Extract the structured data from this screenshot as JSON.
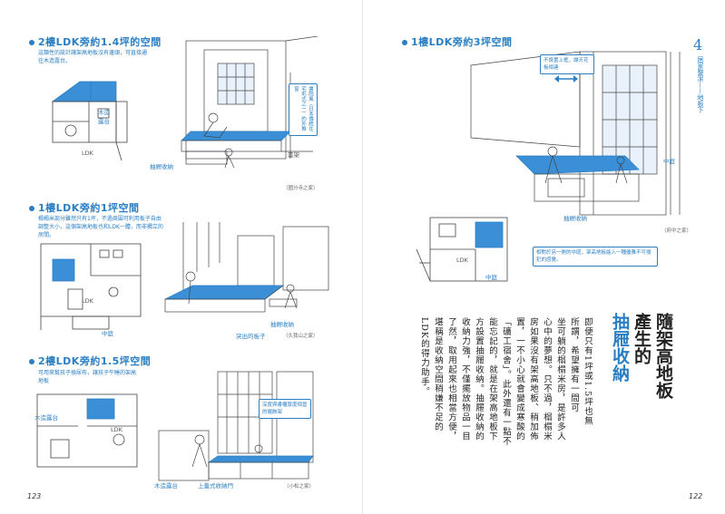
{
  "left_page": {
    "sections": [
      {
        "title": "2樓LDK旁約1.4坪的空間",
        "desc": "這類性的設計讓架高地板沒有邊頭，可直接通往木造露台。",
        "plan_labels": {
          "deck": "木造\n露台",
          "ldk": "LDK"
        },
        "callout": "書院風（日本傳統住宅形式之一）的外推窗",
        "labels": {
          "drawer": "抽屜收納",
          "cabinet": "書架"
        },
        "caption": "（國分寺之家）"
      },
      {
        "title": "1樓LDK旁約1坪空間",
        "desc": "榻榻米部分雖然只有1坪，不過周圍可利用板子自由調整大小，這個架高地板也和LDK一體，而非獨立的房間。",
        "plan_labels": {
          "ldk": "LDK",
          "courtyard": "中庭"
        },
        "labels": {
          "drawer": "抽屜收納",
          "board": "突出的板子"
        },
        "caption": "（久我山之家）"
      },
      {
        "title": "2樓LDK旁約1.5坪空間",
        "desc": "可用來幫孩子換尿布，讓孩子午睡的架高地板",
        "plan_labels": {
          "deck": "木造露台",
          "ldk": "LDK"
        },
        "callout": "深度與書櫃厚度相當的擺飾架",
        "labels": {
          "deck": "木造露台",
          "drawer": "上蓋式收納門"
        },
        "caption": "（小松之家）"
      }
    ],
    "page_number": "123"
  },
  "right_page": {
    "section": {
      "title": "1樓LDK旁約3坪空間",
      "callout_top": "不設置上框，讓天花板相連",
      "labels": {
        "court": "中庭",
        "drawer": "抽屜收納"
      },
      "caption": "（府中之家）",
      "plan_labels": {
        "ldk": "LDK",
        "court": "中庭"
      },
      "callout_bottom": "相對於另一側的中庭，架高地板能入一種優雅不可侵犯的感覺。"
    },
    "chapter": {
      "number": "4",
      "side": "居家整潔——地板下"
    },
    "heading": [
      "隨架高地板",
      "產生的",
      "抽屜收納"
    ],
    "body_columns": [
      "即便只有1坪或1.5坪也無",
      "所謂，希望擁有一間可",
      "坐可躺的榻榻米房，是許多人",
      "心中的夢想。只不過，榻榻米",
      "房如果沒有架高地板、稍加佈",
      "置，一不小心就會變成寒酸的",
      "「礦工宿舍」。此外還有一點不",
      "能忘記的，就是在架高地板下",
      "方設置抽屜收納。抽屜收納的",
      "收納力強，不僅擺放物品一目",
      "了然，取用起來也相當方便，",
      "堪稱是收納空間稍嫌不足的",
      "LDK的得力助手。"
    ],
    "page_number": "122"
  },
  "colors": {
    "accent": "#2a7fc4",
    "fill": "#3a8fd6"
  },
  "icons": [
    "double-arrow-icon"
  ]
}
